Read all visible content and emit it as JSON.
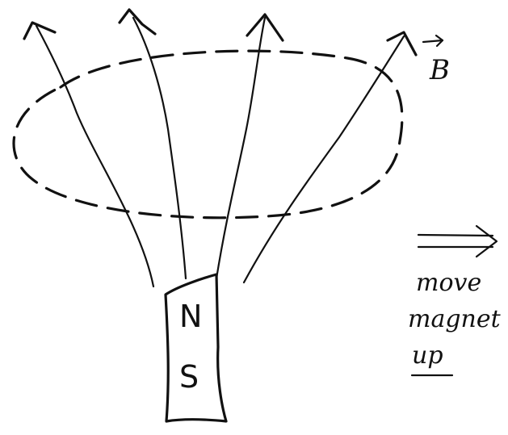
{
  "diagram": {
    "field_label": "B",
    "magnet_north": "N",
    "magnet_south": "S",
    "motion_note": [
      "move",
      "magnet",
      "up"
    ],
    "colors": {
      "ink": "#111111",
      "paper": "#ffffff"
    }
  }
}
